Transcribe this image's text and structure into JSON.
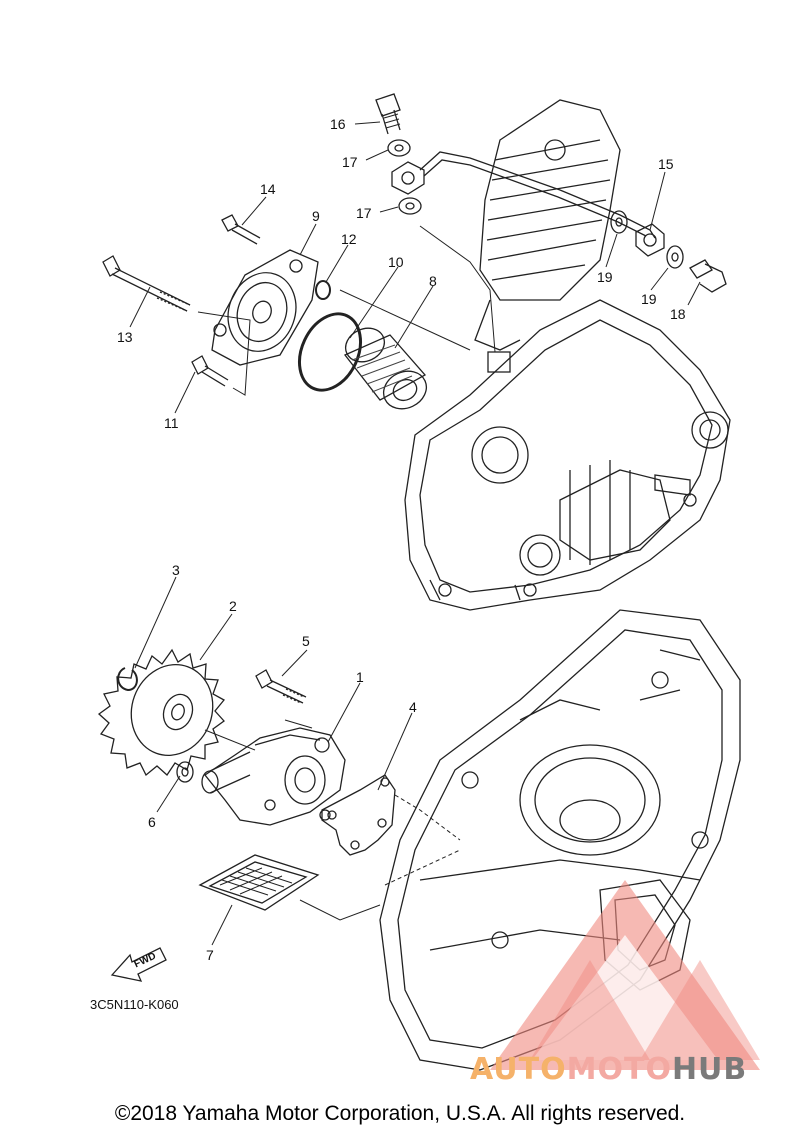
{
  "diagram": {
    "callouts": [
      "1",
      "2",
      "3",
      "4",
      "5",
      "6",
      "7",
      "8",
      "9",
      "10",
      "11",
      "12",
      "13",
      "14",
      "15",
      "16",
      "17",
      "17",
      "18",
      "19",
      "19"
    ],
    "fwd_label": "FWD",
    "diagram_code": "3C5N110-K060"
  },
  "watermark": {
    "part1": "AUTO",
    "part2": "MOTO",
    "part3": "HUB",
    "colors": {
      "auto": "#f5b26a",
      "moto": "#f3a9a2",
      "hub": "#7a7a7a",
      "logo": "#f08a80"
    }
  },
  "footer": {
    "copyright": "©2018 Yamaha Motor Corporation, U.S.A. All rights reserved."
  }
}
